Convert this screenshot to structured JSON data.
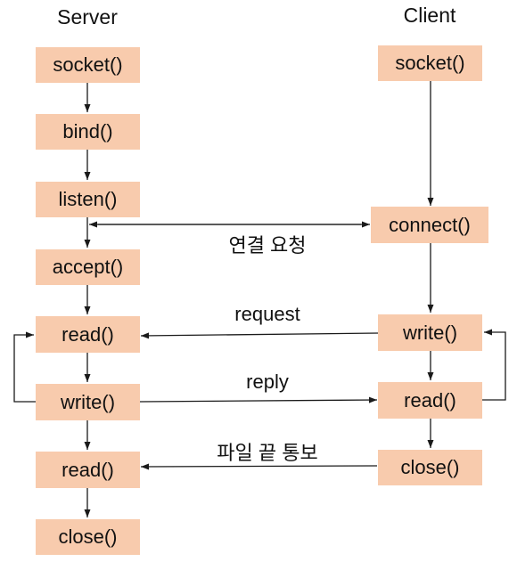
{
  "server": {
    "title": "Server",
    "steps": [
      "socket()",
      "bind()",
      "listen()",
      "accept()",
      "read()",
      "write()",
      "read()",
      "close()"
    ]
  },
  "client": {
    "title": "Client",
    "steps": [
      "socket()",
      "connect()",
      "write()",
      "read()",
      "close()"
    ]
  },
  "messages": {
    "connect_request": "연결 요청",
    "request": "request",
    "reply": "reply",
    "eof_notice": "파일 끝 통보"
  },
  "colors": {
    "box_fill": "#f8cbad",
    "line": "#1a1a1a"
  }
}
